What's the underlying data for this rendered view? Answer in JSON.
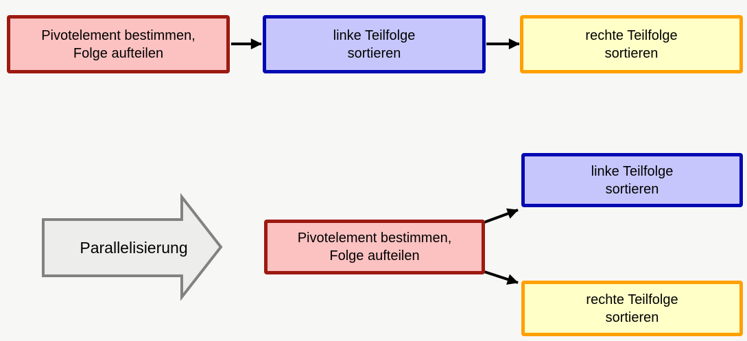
{
  "diagram": {
    "colors": {
      "background": "#f7f7f5",
      "text": "#000000",
      "pivot_fill": "#fcc1c1",
      "pivot_border": "#9c1a10",
      "left_fill": "#c6c6fc",
      "left_border": "#0009b2",
      "right_fill": "#ffffc8",
      "right_border": "#ffa000",
      "connector": "#000000",
      "big_arrow_fill": "#ededec",
      "big_arrow_border": "#828282"
    },
    "sequential": {
      "pivot": {
        "line1": "Pivotelement bestimmen,",
        "line2": "Folge aufteilen"
      },
      "left_subsequence": {
        "line1": "linke Teilfolge",
        "line2": "sortieren"
      },
      "right_subsequence": {
        "line1": "rechte Teilfolge",
        "line2": "sortieren"
      }
    },
    "parallel": {
      "pivot": {
        "line1": "Pivotelement bestimmen,",
        "line2": "Folge aufteilen"
      },
      "left_subsequence": {
        "line1": "linke Teilfolge",
        "line2": "sortieren"
      },
      "right_subsequence": {
        "line1": "rechte Teilfolge",
        "line2": "sortieren"
      }
    },
    "transformation_label": "Parallelisierung"
  }
}
